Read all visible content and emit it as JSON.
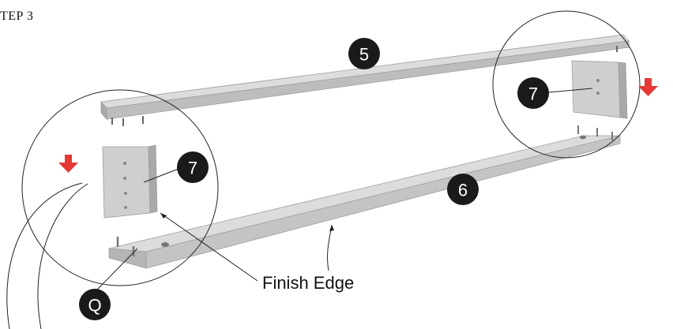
{
  "step": {
    "title": "TEP 3"
  },
  "parts": {
    "top_panel": "5",
    "bottom_panel": "6",
    "left_side_panel": "7",
    "right_side_panel": "7",
    "hardware": "Q"
  },
  "callout": {
    "finish_edge": "Finish Edge"
  },
  "colors": {
    "panel_top": "#d9d9d9",
    "panel_front": "#bdbdbd",
    "panel_edge": "#a9a9a9",
    "badge": "#1a1a1a",
    "arrow": "#e53935",
    "line": "#222222"
  },
  "icons": [
    "arrow-down-icon",
    "arrow-down-icon"
  ]
}
